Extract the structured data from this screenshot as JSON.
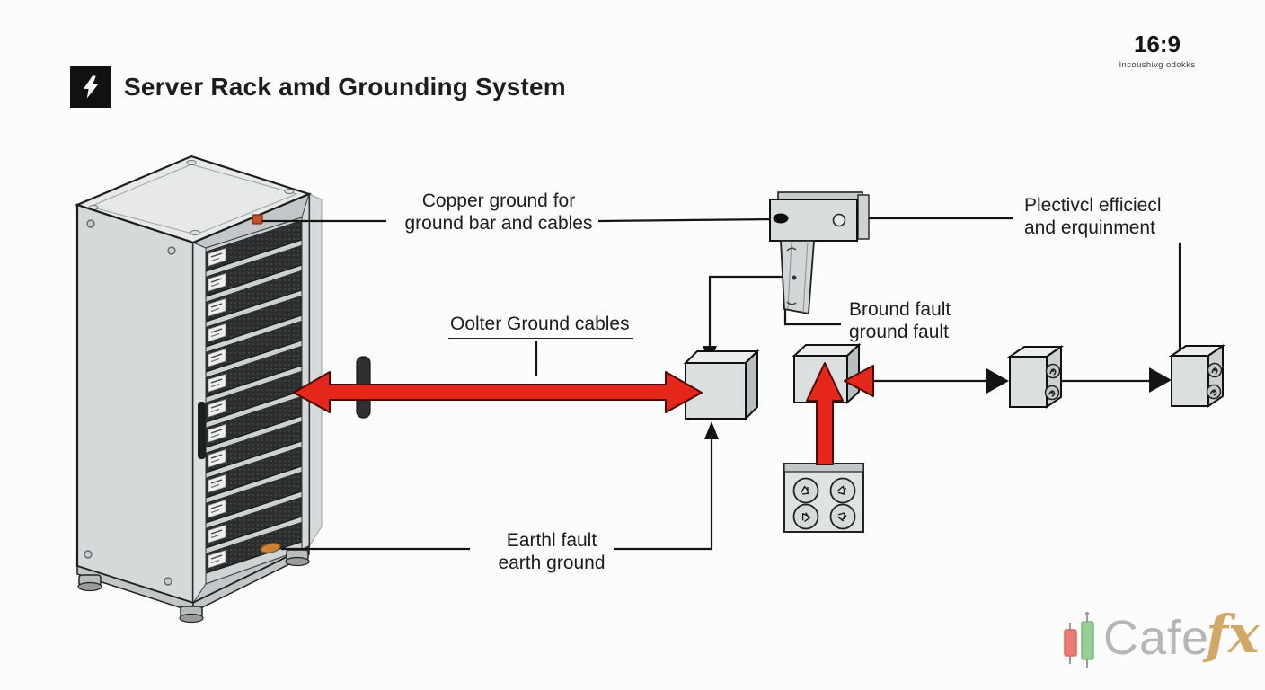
{
  "header": {
    "title": "Server Rack amd Grounding System",
    "logo_icon": "lightning-bolt-icon",
    "aspect_ratio": "16:9",
    "aspect_subtitle": "Incoushivg odokks"
  },
  "labels": {
    "copper_ground": {
      "line1": "Copper ground for",
      "line2": "ground bar and cables"
    },
    "outer_ground": {
      "text": "Oolter Ground cables"
    },
    "bround_fault": {
      "line1": "Bround fault",
      "line2": "ground fault"
    },
    "electrical": {
      "line1": "Plectivcl efficiecl",
      "line2": "and erquinment"
    },
    "earth": {
      "line1": "Earthl fault",
      "line2": "earth ground"
    }
  },
  "components": {
    "server_rack": "server rack cabinet with stacked server units",
    "ground_bar": "copper ground bar block with hole and hanging plate",
    "ground_block_left": "grounding junction cube",
    "ground_block_mid": "grounding junction cube",
    "outlet_panel": "power outlet panel with four sockets",
    "equipment_box_1": "equipment box with two sockets",
    "equipment_box_2": "equipment box with two sockets"
  },
  "watermark": {
    "name": "Cafe",
    "suffix": "fx",
    "icon": "candlestick-chart-icon"
  },
  "colors": {
    "background": "#fcfcfc",
    "arrow_red": "#e5261b",
    "arrow_red_outline": "#490a04",
    "line_black": "#141414",
    "box_fill": "#dcdfe0",
    "rack_gray": "#d6d9da",
    "copper_accent": "#c87a33",
    "watermark_gray": "#b5b6b5",
    "watermark_gold": "#d2a964"
  }
}
